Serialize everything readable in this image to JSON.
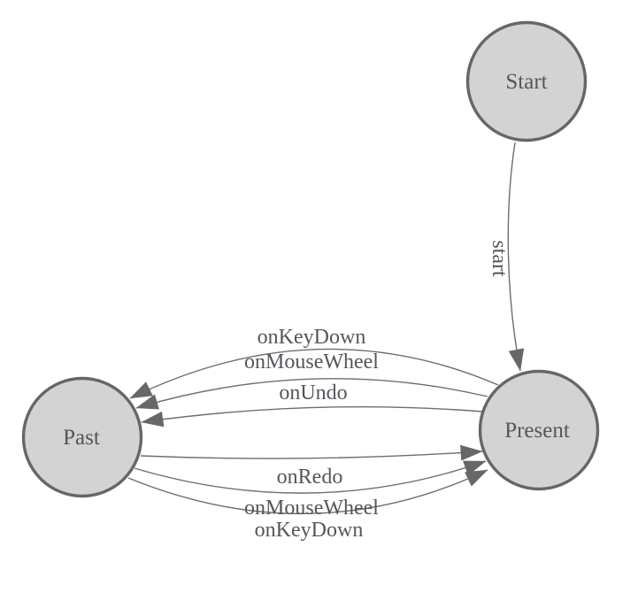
{
  "diagram": {
    "kind": "state-machine",
    "node_count": 3,
    "edge_count": 7
  },
  "nodes": [
    {
      "id": "start",
      "label": "Start"
    },
    {
      "id": "past",
      "label": "Past"
    },
    {
      "id": "present",
      "label": "Present"
    }
  ],
  "edges": [
    {
      "from": "Start",
      "to": "Present",
      "label": "start"
    },
    {
      "from": "Present",
      "to": "Past",
      "label": "onKeyDown"
    },
    {
      "from": "Present",
      "to": "Past",
      "label": "onMouseWheel"
    },
    {
      "from": "Present",
      "to": "Past",
      "label": "onUndo"
    },
    {
      "from": "Past",
      "to": "Present",
      "label": "onRedo"
    },
    {
      "from": "Past",
      "to": "Present",
      "label": "onMouseWheel"
    },
    {
      "from": "Past",
      "to": "Present",
      "label": "onKeyDown"
    }
  ],
  "theme": {
    "background": "#ffffff",
    "node-fill": "#d3d3d3",
    "node-stroke": "#666666",
    "edge-stroke": "#6e6e6e",
    "arrow-fill": "#676767",
    "label-color": "#53575c"
  }
}
